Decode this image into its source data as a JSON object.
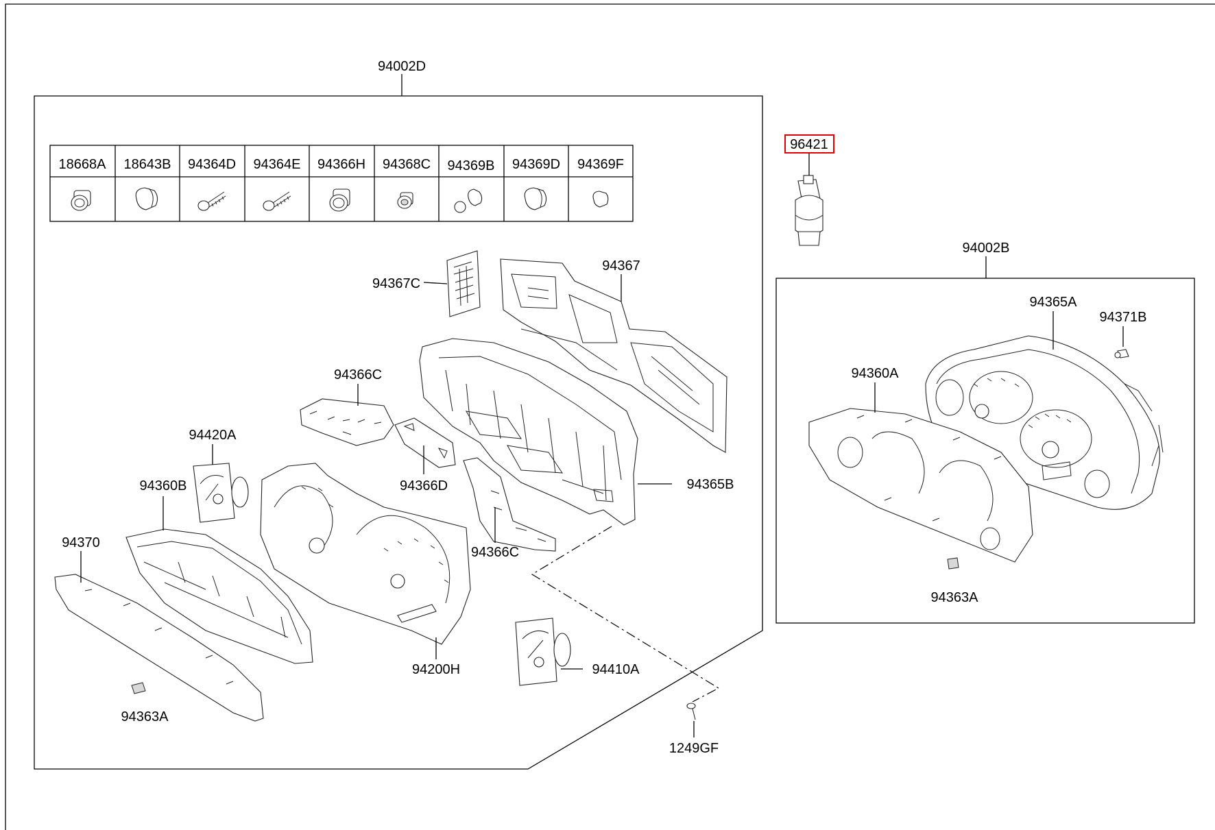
{
  "assemblies": {
    "left": "94002D",
    "right": "94002B"
  },
  "highlight_color": "#e00000",
  "highlighted_part": "96421",
  "table": {
    "headers": [
      "18668A",
      "18643B",
      "94364D",
      "94364E",
      "94366H",
      "94368C",
      "94369B",
      "94369D",
      "94369F"
    ]
  },
  "labels": {
    "p94367C": "94367C",
    "p94367": "94367",
    "p94366C_top": "94366C",
    "p94366D": "94366D",
    "p94366C_bottom": "94366C",
    "p94365B": "94365B",
    "p94420A": "94420A",
    "p94360B": "94360B",
    "p94370": "94370",
    "p94200H": "94200H",
    "p94410A": "94410A",
    "p94363A_left": "94363A",
    "p1249GF": "1249GF",
    "p94365A": "94365A",
    "p94371B": "94371B",
    "p94360A": "94360A",
    "p94363A_right": "94363A"
  }
}
